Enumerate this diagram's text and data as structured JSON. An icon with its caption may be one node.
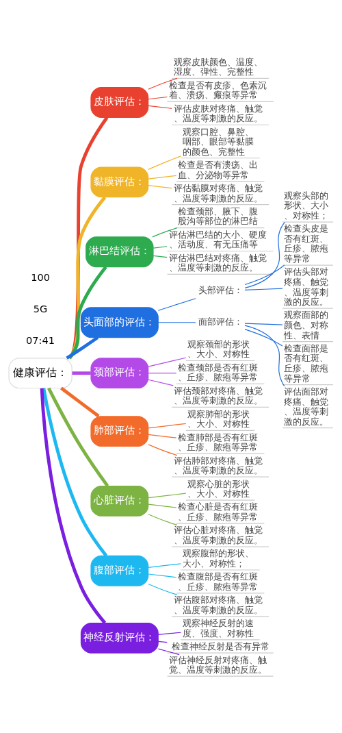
{
  "diagram": {
    "nodes": [
      {
        "text": [
          "健康评估："
        ]
      },
      {
        "text": [
          "皮肤评估："
        ]
      },
      {
        "text": [
          "观察皮肤颜色、温度、湿度、弹性、完整性"
        ]
      },
      {
        "text": [
          "检查是否有皮疹、色素沉着、溃疡、瘢痕等异常"
        ]
      },
      {
        "text": [
          "评估皮肤对疼痛、触觉、温度等刺激的反应。"
        ]
      },
      {
        "text": [
          "黏膜评估："
        ]
      },
      {
        "text": [
          "观察口腔、鼻腔、咽部、眼部等黏膜的颜色、完整性"
        ]
      },
      {
        "text": [
          "检查是否有溃疡、出血、分泌物等异常"
        ]
      },
      {
        "text": [
          "评估黏膜对疼痛、触觉、温度等刺激的反应。"
        ]
      },
      {
        "text": [
          "淋巴结评估："
        ]
      },
      {
        "text": [
          "检查颈部、腋下、腹股沟等部位的淋巴结"
        ]
      },
      {
        "text": [
          "评估淋巴结的大小、硬度、活动度、有无压痛等"
        ]
      },
      {
        "text": [
          "评估淋巴结对疼痛、触觉、温度等刺激的反应。"
        ]
      },
      {
        "text": [
          "头面部的评估："
        ]
      },
      {
        "text": [
          "头部评估："
        ]
      },
      {
        "text": [
          "观察头部的形状、大小、对称性；"
        ]
      },
      {
        "text": [
          "检查头皮是否有红斑、丘疹、脓疱等异常"
        ]
      },
      {
        "text": [
          "评估头部对疼痛、触觉、温度等刺激的反应。"
        ]
      },
      {
        "text": [
          "面部评估："
        ]
      },
      {
        "text": [
          "观察面部的颜色、对称性、表情"
        ]
      },
      {
        "text": [
          "检查面部是否有红斑、丘疹、脓疱等异常"
        ]
      },
      {
        "text": [
          "评估面部对疼痛、触觉、温度等刺激的反应。"
        ]
      },
      {
        "text": [
          "颈部评估："
        ]
      },
      {
        "text": [
          "观察颈部的形状、大小、对称性"
        ]
      },
      {
        "text": [
          "检查颈部是否有红斑、丘疹、脓疱等异常"
        ]
      },
      {
        "text": [
          "评估颈部对疼痛、触觉、温度等刺激的反应。"
        ]
      },
      {
        "text": [
          "肺部评估："
        ]
      },
      {
        "text": [
          "观察肺部的形状、大小、对称性"
        ]
      },
      {
        "text": [
          "检查肺部是否有红斑、丘疹、脓疱等异常"
        ]
      },
      {
        "text": [
          "评估肺部对疼痛、触觉、温度等刺激的反应。"
        ]
      },
      {
        "text": [
          "心脏评估："
        ]
      },
      {
        "text": [
          "观察心脏的形状、大小、对称性"
        ]
      },
      {
        "text": [
          "检查心脏是否有红斑、丘疹、脓疱等异常"
        ]
      },
      {
        "text": [
          "评估心脏对疼痛、触觉、温度等刺激的反应。"
        ]
      },
      {
        "text": [
          "腹部评估："
        ]
      },
      {
        "text": [
          "观察腹部的形状、大小、对称性；"
        ]
      },
      {
        "text": [
          "检查腹部是否有红斑、丘疹、脓疱等异常"
        ]
      },
      {
        "text": [
          "评估腹部对疼痛、触觉、温度等刺激的反应。"
        ]
      },
      {
        "text": [
          "神经反射评估："
        ]
      },
      {
        "text": [
          "观察神经反射的速度、强度、对称性"
        ]
      },
      {
        "text": [
          "检查神经反射是否有异常"
        ]
      },
      {
        "text": [
          "评估神经反射对疼痛、触觉、温度等刺激的反应。"
        ]
      }
    ],
    "edges": [
      {
        "from": 0,
        "to": 1,
        "arrow": "none",
        "style": "thick",
        "color": "#e8412f"
      },
      {
        "from": 1,
        "to": 2,
        "arrow": "none",
        "color": "#e8412f"
      },
      {
        "from": 1,
        "to": 3,
        "arrow": "none",
        "color": "#e8412f"
      },
      {
        "from": 1,
        "to": 4,
        "arrow": "none",
        "color": "#e8412f"
      },
      {
        "from": 0,
        "to": 5,
        "arrow": "none",
        "style": "thick",
        "color": "#f0b429"
      },
      {
        "from": 5,
        "to": 6,
        "arrow": "none",
        "color": "#f0b429"
      },
      {
        "from": 5,
        "to": 7,
        "arrow": "none",
        "color": "#f0b429"
      },
      {
        "from": 5,
        "to": 8,
        "arrow": "none",
        "color": "#f0b429"
      },
      {
        "from": 0,
        "to": 9,
        "arrow": "none",
        "style": "thick",
        "color": "#2eaa4f"
      },
      {
        "from": 9,
        "to": 10,
        "arrow": "none",
        "color": "#2eaa4f"
      },
      {
        "from": 9,
        "to": 11,
        "arrow": "none",
        "color": "#2eaa4f"
      },
      {
        "from": 9,
        "to": 12,
        "arrow": "none",
        "color": "#2eaa4f"
      },
      {
        "from": 0,
        "to": 13,
        "arrow": "none",
        "style": "thick",
        "color": "#1f6fe0"
      },
      {
        "from": 13,
        "to": 14,
        "arrow": "none",
        "color": "#1f6fe0"
      },
      {
        "from": 14,
        "to": 15,
        "arrow": "none",
        "color": "#1f6fe0"
      },
      {
        "from": 14,
        "to": 16,
        "arrow": "none",
        "color": "#1f6fe0"
      },
      {
        "from": 14,
        "to": 17,
        "arrow": "none",
        "color": "#1f6fe0"
      },
      {
        "from": 13,
        "to": 18,
        "arrow": "none",
        "color": "#1f6fe0"
      },
      {
        "from": 18,
        "to": 19,
        "arrow": "none",
        "color": "#1f6fe0"
      },
      {
        "from": 18,
        "to": 20,
        "arrow": "none",
        "color": "#1f6fe0"
      },
      {
        "from": 18,
        "to": 21,
        "arrow": "none",
        "color": "#1f6fe0"
      },
      {
        "from": 0,
        "to": 22,
        "arrow": "none",
        "style": "thick",
        "color": "#b34ae8"
      },
      {
        "from": 22,
        "to": 23,
        "arrow": "none",
        "color": "#b34ae8"
      },
      {
        "from": 22,
        "to": 24,
        "arrow": "none",
        "color": "#b34ae8"
      },
      {
        "from": 22,
        "to": 25,
        "arrow": "none",
        "color": "#b34ae8"
      },
      {
        "from": 0,
        "to": 26,
        "arrow": "none",
        "style": "thick",
        "color": "#f26b2a"
      },
      {
        "from": 26,
        "to": 27,
        "arrow": "none",
        "color": "#f26b2a"
      },
      {
        "from": 26,
        "to": 28,
        "arrow": "none",
        "color": "#f26b2a"
      },
      {
        "from": 26,
        "to": 29,
        "arrow": "none",
        "color": "#f26b2a"
      },
      {
        "from": 0,
        "to": 30,
        "arrow": "none",
        "style": "thick",
        "color": "#7cb342"
      },
      {
        "from": 30,
        "to": 31,
        "arrow": "none",
        "color": "#7cb342"
      },
      {
        "from": 30,
        "to": 32,
        "arrow": "none",
        "color": "#7cb342"
      },
      {
        "from": 30,
        "to": 33,
        "arrow": "none",
        "color": "#7cb342"
      },
      {
        "from": 0,
        "to": 34,
        "arrow": "none",
        "style": "thick",
        "color": "#1eb8f0"
      },
      {
        "from": 34,
        "to": 35,
        "arrow": "none",
        "color": "#1eb8f0"
      },
      {
        "from": 34,
        "to": 36,
        "arrow": "none",
        "color": "#1eb8f0"
      },
      {
        "from": 34,
        "to": 37,
        "arrow": "none",
        "color": "#1eb8f0"
      },
      {
        "from": 0,
        "to": 38,
        "arrow": "none",
        "style": "thick",
        "color": "#7a1fe0"
      },
      {
        "from": 38,
        "to": 39,
        "arrow": "none",
        "color": "#7a1fe0"
      },
      {
        "from": 38,
        "to": 40,
        "arrow": "none",
        "color": "#7a1fe0"
      },
      {
        "from": 38,
        "to": 41,
        "arrow": "none",
        "color": "#7a1fe0"
      }
    ],
    "labels": [
      "07:41",
      "5G",
      "100"
    ]
  }
}
